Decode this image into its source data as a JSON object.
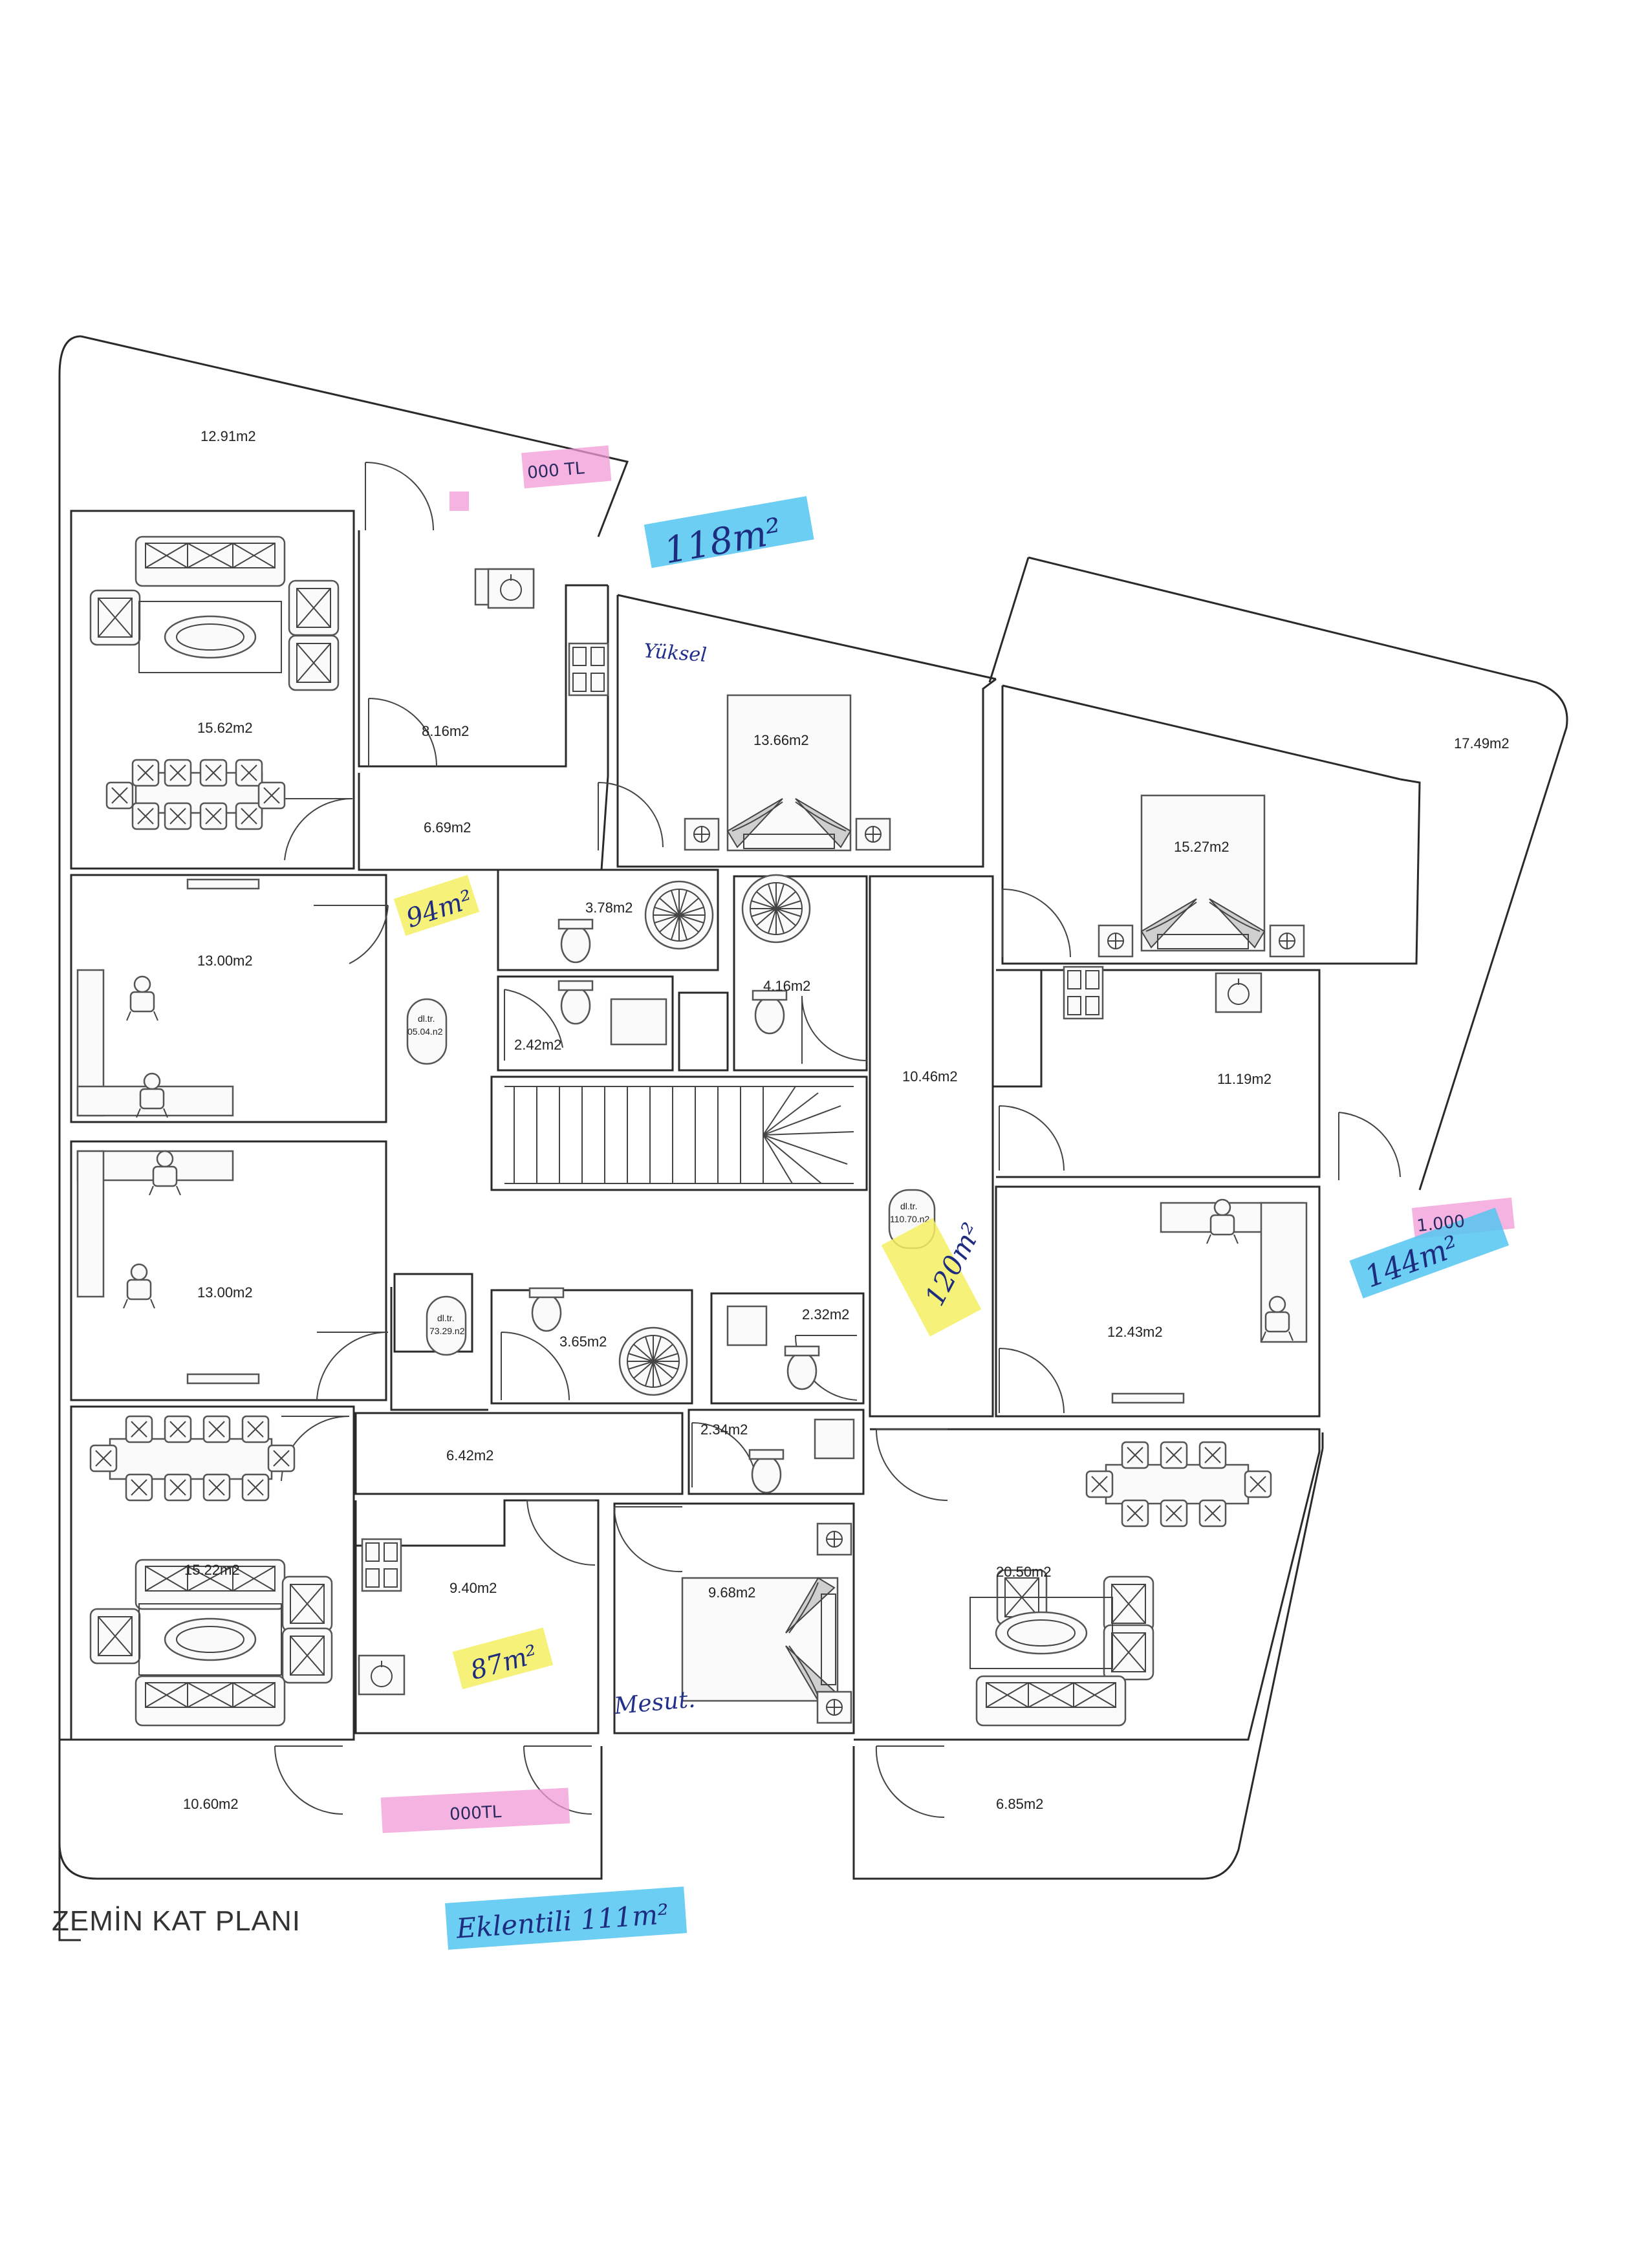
{
  "title": "ZEMİN KAT PLANI",
  "rooms": [
    {
      "id": "r01",
      "area": "12.91m2"
    },
    {
      "id": "r02",
      "area": "15.62m2"
    },
    {
      "id": "r03",
      "area": "8.16m2"
    },
    {
      "id": "r04",
      "area": "6.69m2"
    },
    {
      "id": "r05",
      "area": "13.66m2"
    },
    {
      "id": "r06",
      "area": "15.27m2"
    },
    {
      "id": "r07",
      "area": "17.49m2"
    },
    {
      "id": "r08",
      "area": "13.00m2"
    },
    {
      "id": "r09",
      "area": "3.78m2"
    },
    {
      "id": "r10",
      "area": "4.16m2"
    },
    {
      "id": "r11",
      "area": "2.42m2"
    },
    {
      "id": "r12",
      "area": "10.46m2"
    },
    {
      "id": "r13",
      "area": "11.19m2"
    },
    {
      "id": "r14",
      "area": "13.00m2"
    },
    {
      "id": "r15",
      "area": "3.65m2"
    },
    {
      "id": "r16",
      "area": "2.32m2"
    },
    {
      "id": "r17",
      "area": "12.43m2"
    },
    {
      "id": "r18",
      "area": "6.42m2"
    },
    {
      "id": "r19",
      "area": "2.34m2"
    },
    {
      "id": "r20",
      "area": "15.22m2"
    },
    {
      "id": "r21",
      "area": "9.40m2"
    },
    {
      "id": "r22",
      "area": "9.68m2"
    },
    {
      "id": "r23",
      "area": "20.50m2"
    },
    {
      "id": "r24",
      "area": "10.60m2"
    },
    {
      "id": "r25",
      "area": "6.85m2"
    }
  ],
  "meters": [
    {
      "id": "m1",
      "line1": "dl.tr.",
      "line2": "05.04.n2"
    },
    {
      "id": "m2",
      "line1": "dl.tr.",
      "line2": "110.70.n2"
    },
    {
      "id": "m3",
      "line1": "dl.tr.",
      "line2": "73.29.n2"
    }
  ],
  "annotations": [
    {
      "id": "a1",
      "text": "000 TL",
      "highlight": "#f19ad8"
    },
    {
      "id": "a2",
      "text": "118m²",
      "highlight": "#52c6f0"
    },
    {
      "id": "a3",
      "text": "Yüksel",
      "highlight": ""
    },
    {
      "id": "a4",
      "text": "94m²",
      "highlight": "#f4f062"
    },
    {
      "id": "a5",
      "text": "120m²",
      "highlight": "#f4f062"
    },
    {
      "id": "a6",
      "text": "1.000",
      "highlight": "#f19ad8"
    },
    {
      "id": "a7",
      "text": "144m²",
      "highlight": "#52c6f0"
    },
    {
      "id": "a8",
      "text": "87m²",
      "highlight": "#f4f062"
    },
    {
      "id": "a9",
      "text": "Mesut.",
      "highlight": ""
    },
    {
      "id": "a10",
      "text": "000TL",
      "highlight": "#f19ad8"
    },
    {
      "id": "a11",
      "text": "Eklentili 111m²",
      "highlight": "#52c6f0"
    }
  ]
}
